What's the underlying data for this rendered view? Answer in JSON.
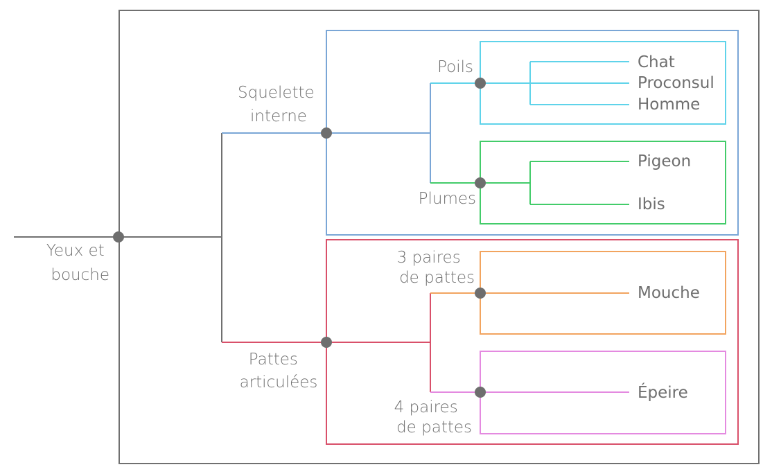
{
  "colors": {
    "outer": "#707070",
    "trunk": "#707070",
    "squelette": "#7aa6d6",
    "pattes": "#d9506a",
    "poils": "#5fd3ea",
    "plumes": "#43cc6a",
    "trois_paires": "#f2a45f",
    "quatre_paires": "#e48ae0",
    "node": "#6e6e6e",
    "text": "#6f6f6f"
  },
  "characters": {
    "yeux_bouche": [
      "Yeux et",
      "bouche"
    ],
    "squelette": [
      "Squelette",
      "interne"
    ],
    "pattes": [
      "Pattes",
      "articulées"
    ],
    "poils": [
      "Poils"
    ],
    "plumes": [
      "Plumes"
    ],
    "trois_paires": [
      "3 paires",
      "de pattes"
    ],
    "quatre_paires": [
      "4 paires",
      "de pattes"
    ]
  },
  "taxa": {
    "chat": "Chat",
    "proconsul": "Proconsul",
    "homme": "Homme",
    "pigeon": "Pigeon",
    "ibis": "Ibis",
    "mouche": "Mouche",
    "epeire": "Épeire"
  }
}
